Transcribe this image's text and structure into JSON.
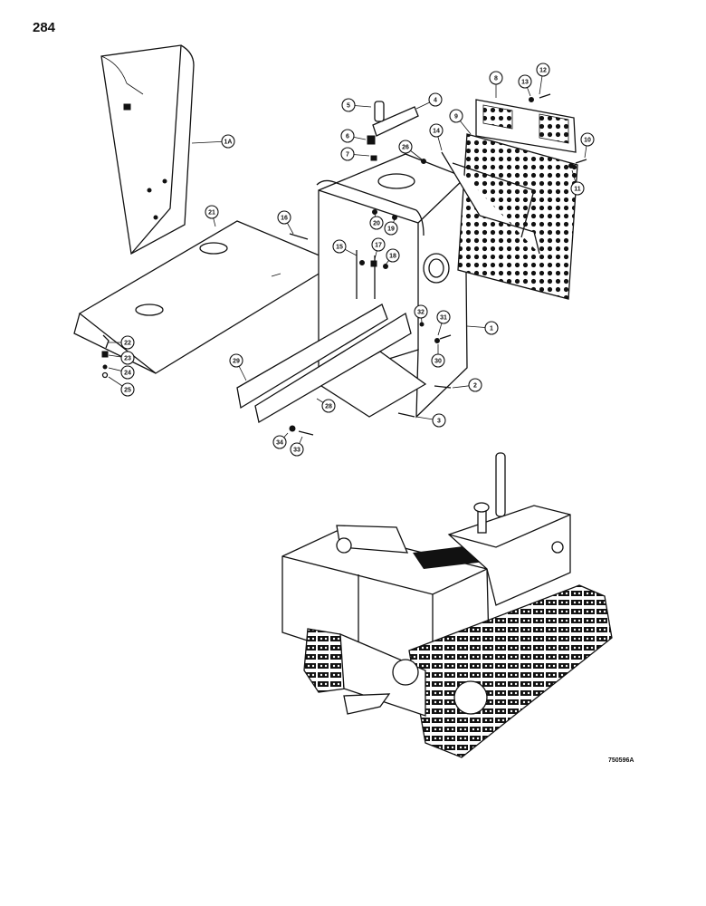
{
  "page": {
    "number": "284",
    "figure_code": "750596A"
  },
  "callouts": [
    "1A",
    "21",
    "16",
    "15",
    "17",
    "18",
    "20",
    "19",
    "5",
    "4",
    "6",
    "7",
    "26",
    "14",
    "8",
    "13",
    "12",
    "9",
    "10",
    "11",
    "1",
    "32",
    "31",
    "30",
    "2",
    "3",
    "22",
    "23",
    "24",
    "25",
    "29",
    "28",
    "34",
    "33"
  ]
}
